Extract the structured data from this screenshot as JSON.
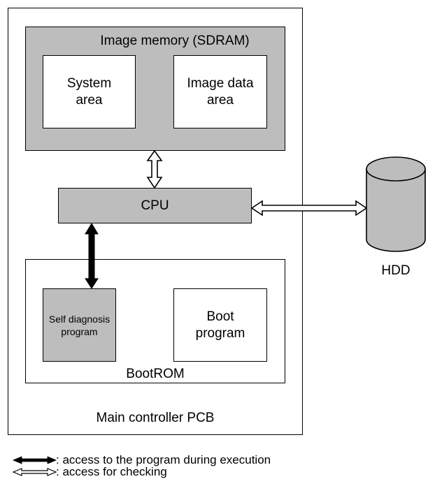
{
  "diagram": {
    "pcb_label": "Main controller PCB",
    "memory": {
      "title": "Image memory (SDRAM)",
      "system_area": "System\narea",
      "image_data_area": "Image data\narea"
    },
    "cpu_label": "CPU",
    "bootrom": {
      "label": "BootROM",
      "self_diagnosis": "Self diagnosis\nprogram",
      "boot_program": "Boot\nprogram"
    },
    "hdd_label": "HDD"
  },
  "legend": {
    "execution": ": access to the program during execution",
    "checking": ": access for checking"
  },
  "colors": {
    "fill": "#bdbdbd",
    "stroke": "#000000"
  }
}
